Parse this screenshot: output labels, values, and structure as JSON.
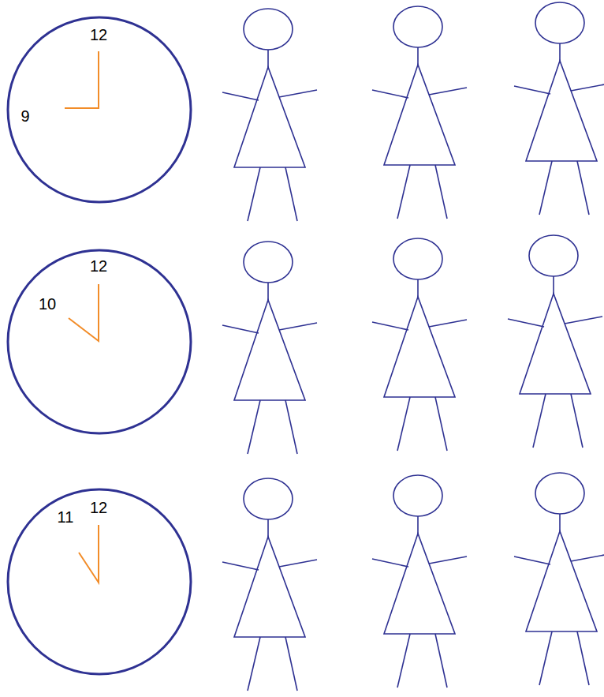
{
  "diagram": {
    "nodes": [
      {
        "text": [
          "12",
          "9"
        ]
      },
      {
        "text": [
          "12",
          "10"
        ]
      },
      {
        "text": [
          "11",
          "12"
        ]
      }
    ]
  }
}
